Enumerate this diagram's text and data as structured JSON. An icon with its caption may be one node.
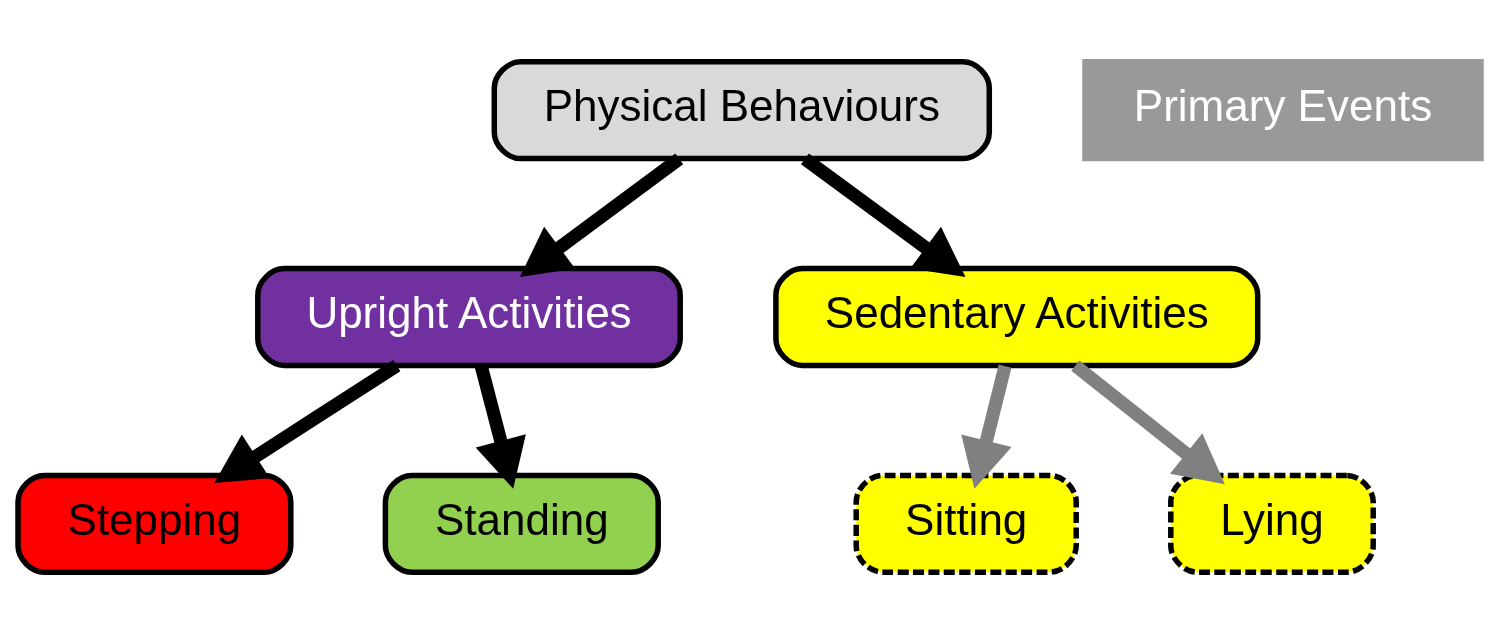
{
  "diagram": {
    "nodes": [
      {
        "text": [
          "Physical Behaviours"
        ]
      },
      {
        "text": [
          "Upright Activities"
        ]
      },
      {
        "text": [
          "Sedentary Activities"
        ]
      },
      {
        "text": [
          "Stepping"
        ]
      },
      {
        "text": [
          "Standing"
        ]
      },
      {
        "text": [
          "Sitting"
        ]
      },
      {
        "text": [
          "Lying"
        ]
      }
    ],
    "edges": [
      {
        "from": 0,
        "to": 1,
        "arrow": "to"
      },
      {
        "from": 0,
        "to": 2,
        "arrow": "to"
      },
      {
        "from": 1,
        "to": 3,
        "arrow": "to"
      },
      {
        "from": 1,
        "to": 4,
        "arrow": "to"
      },
      {
        "from": 2,
        "to": 5,
        "arrow": "to",
        "color": "#808080"
      },
      {
        "from": 2,
        "to": 6,
        "arrow": "to",
        "color": "#808080"
      }
    ],
    "labels": [
      "Primary Events"
    ]
  }
}
